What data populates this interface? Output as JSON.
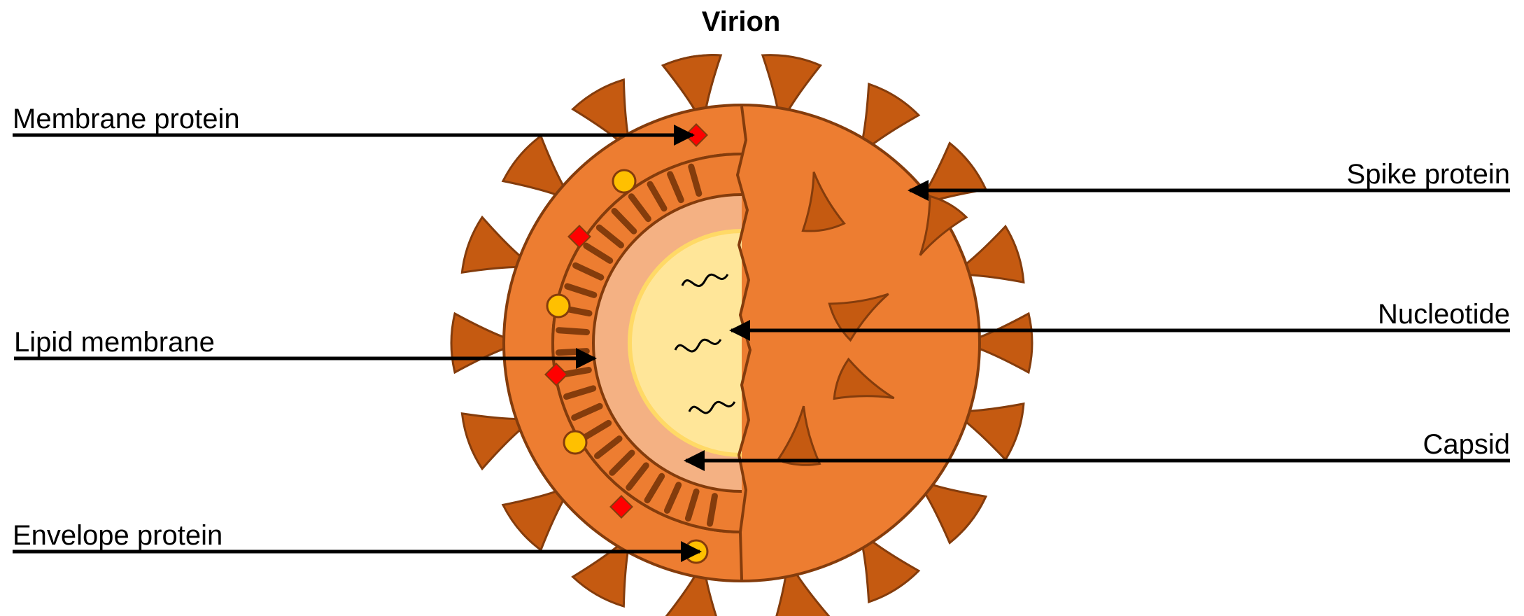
{
  "title": "Virion",
  "labels": {
    "membrane_protein": "Membrane protein",
    "spike_protein": "Spike protein",
    "lipid_membrane": "Lipid membrane",
    "nucleotide": "Nucleotide",
    "capsid": "Capsid",
    "envelope_protein": "Envelope protein"
  },
  "colors": {
    "spike_fill": "#c55a11",
    "spike_stroke": "#843c0c",
    "envelope_fill": "#ed7d31",
    "capsid_fill": "#f4b183",
    "core_fill": "#ffe699",
    "core_rim": "#ffd966",
    "membrane_protein": "#ff0000",
    "envelope_protein": "#ffc000",
    "arrow": "#000000"
  },
  "icons": {
    "membrane_protein": "red-diamond",
    "envelope_protein": "yellow-lollipop",
    "nucleotide": "wavy-strand",
    "spike": "teardrop-spike"
  }
}
